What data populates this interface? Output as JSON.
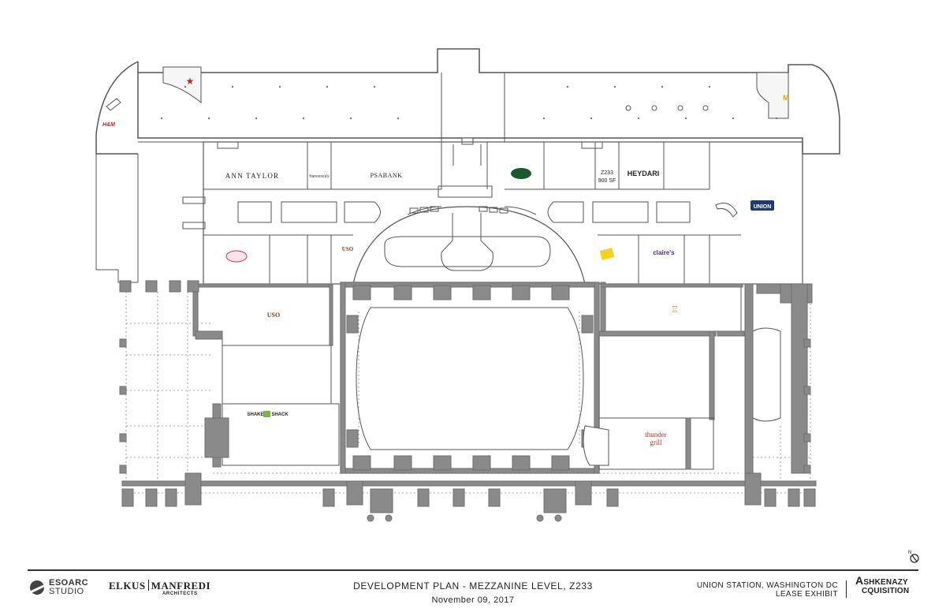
{
  "drawing": {
    "title": "DEVELOPMENT PLAN - MEZZANINE LEVEL, Z233",
    "date": "November 09, 2017",
    "location_line1": "UNION STATION, WASHINGTON DC",
    "location_line2": "LEASE EXHIBIT",
    "north_label": "N"
  },
  "firms": {
    "esoarc_line1": "ESOARC",
    "esoarc_line2": "STUDIO",
    "elkus_left": "ELKUS",
    "elkus_right": "MANFREDI",
    "elkus_sub": "ARCHITECTS",
    "ashkenazy_line1": "SHKENAZY",
    "ashkenazy_line2": "CQUISITION",
    "ashkenazy_initial": "A"
  },
  "tenants": {
    "ann_taylor": "ANN TAYLOR",
    "francescas": "francesca's",
    "psa_bank": "PSABANK",
    "z233": "Z233",
    "z233_area": "900 SF",
    "heydari": "HEYDARI",
    "union": "UNION",
    "claires": "claire's",
    "uso": "USO",
    "shake_shack_left": "SHAKE",
    "shake_shack_right": "SHACK",
    "thunder_line1": "thunder",
    "thunder_line2": "grill",
    "hm": "H&M",
    "mcdonalds": "M"
  },
  "colors": {
    "wall": "#8a8a8a",
    "wall_dark": "#6e6e6e",
    "line": "#555555",
    "union_badge": "#1f3a6b",
    "claires_purple": "#4b2a8c",
    "thunder_red": "#b0322a",
    "mcd_yellow": "#e0a600"
  },
  "icons": [
    "compass-north-icon",
    "esoarc-logo-icon"
  ]
}
